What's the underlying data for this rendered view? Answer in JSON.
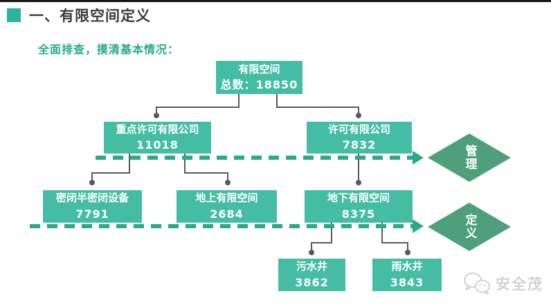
{
  "header": {
    "title": "一、有限空间定义",
    "subtitle": "全面排查，摸清基本情况："
  },
  "tree": {
    "root": {
      "label": "有限空间",
      "value": "总数：18850"
    },
    "level2": [
      {
        "label": "重点许可有限公司",
        "value": "11018"
      },
      {
        "label": "许可有限公司",
        "value": "7832"
      }
    ],
    "level3": [
      {
        "label": "密闭半密闭设备",
        "value": "7791"
      },
      {
        "label": "地上有限空间",
        "value": "2684"
      },
      {
        "label": "地下有限空间",
        "value": "8375"
      }
    ],
    "level4": [
      {
        "label": "污水井",
        "value": "3862"
      },
      {
        "label": "雨水井",
        "value": "3843"
      }
    ]
  },
  "annotations": [
    {
      "label": "管理"
    },
    {
      "label": "定义"
    }
  ],
  "watermark": {
    "brand": "安全茂",
    "icon": "chat-bubbles-icon"
  },
  "colors": {
    "node_fill": "#45bda4",
    "diamond_fill": "#4f9f7b",
    "dashed_arrow": "#2ea88c",
    "connector": "#595959",
    "subtitle_text": "#27a98c",
    "title_marker": "#2cb39c",
    "watermark_text": "#d2d2d2"
  }
}
